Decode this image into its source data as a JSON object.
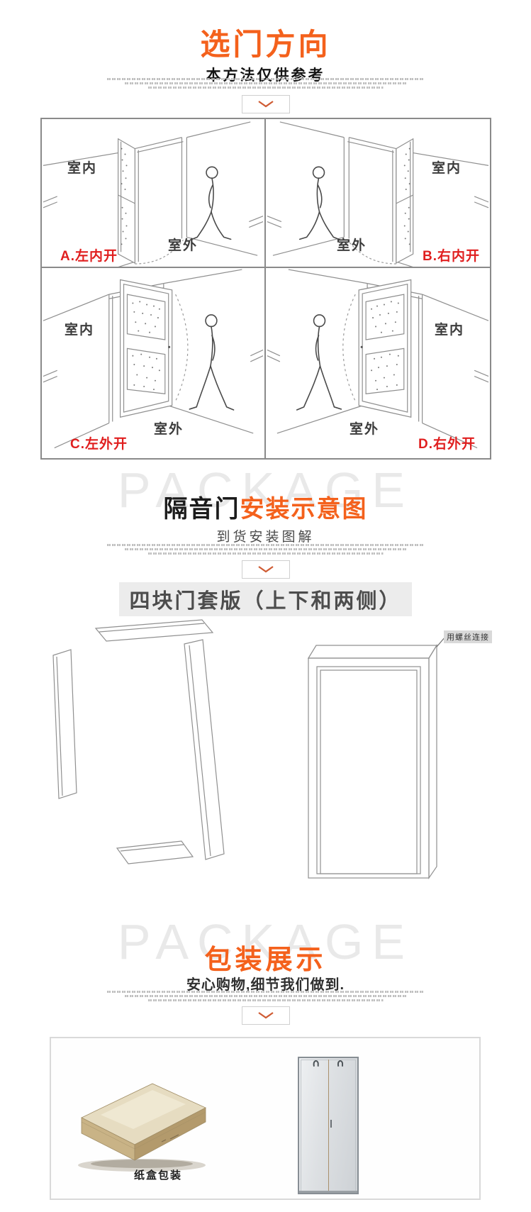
{
  "page": {
    "accent_orange": "#f4611c",
    "label_red": "#e01f1f"
  },
  "door_direction": {
    "title": "选门方向",
    "subtitle": "本方法仅供参考",
    "indoor_label": "室内",
    "outdoor_label": "室外",
    "quadrants": [
      {
        "label": "A.左内开"
      },
      {
        "label": "B.右内开"
      },
      {
        "label": "C.左外开"
      },
      {
        "label": "D.右外开"
      }
    ]
  },
  "installation": {
    "watermark": "PACKAGE",
    "title_black": "隔音门",
    "title_orange": "安装示意图",
    "subtitle": "到货安装图解",
    "banner": "四块门套版（上下和两侧）",
    "screw_callout": "用螺丝连接"
  },
  "packaging": {
    "watermark": "PACKAGE",
    "title": "包装展示",
    "subtitle": "安心购物,细节我们做到.",
    "box_caption": "纸盒包装"
  }
}
